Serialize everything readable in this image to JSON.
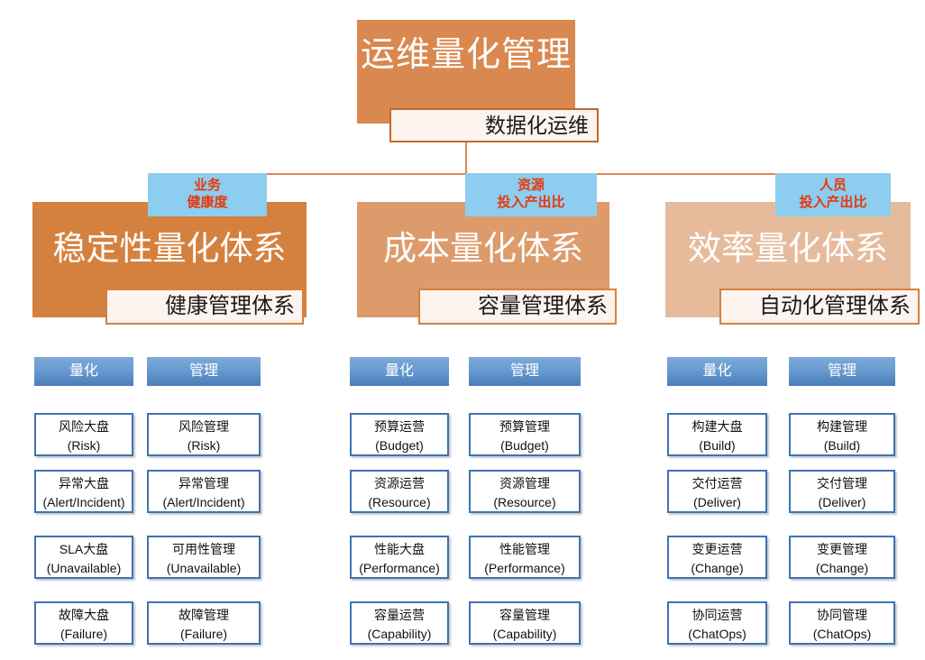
{
  "root": {
    "title": "运维量化管理",
    "subtitle": "数据化运维"
  },
  "pillars": [
    {
      "tag": "业务\n健康度",
      "tag_line1": "业务",
      "tag_line2": "健康度",
      "title": "稳定性量化体系",
      "subtitle": "健康管理体系",
      "color": "#d4813f",
      "columns": [
        {
          "header": "量化"
        },
        {
          "header": "管理"
        }
      ],
      "rows": [
        {
          "left_cn": "风险大盘",
          "left_en": "(Risk)",
          "right_cn": "风险管理",
          "right_en": "(Risk)"
        },
        {
          "left_cn": "异常大盘",
          "left_en": "(Alert/Incident)",
          "right_cn": "异常管理",
          "right_en": "(Alert/Incident)"
        },
        {
          "left_cn": "SLA大盘",
          "left_en": "(Unavailable)",
          "right_cn": "可用性管理",
          "right_en": "(Unavailable)"
        },
        {
          "left_cn": "故障大盘",
          "left_en": "(Failure)",
          "right_cn": "故障管理",
          "right_en": "(Failure)"
        }
      ]
    },
    {
      "tag_line1": "资源",
      "tag_line2": "投入产出比",
      "title": "成本量化体系",
      "subtitle": "容量管理体系",
      "color": "#dd9b6b",
      "columns": [
        {
          "header": "量化"
        },
        {
          "header": "管理"
        }
      ],
      "rows": [
        {
          "left_cn": "预算运营",
          "left_en": "(Budget)",
          "right_cn": "预算管理",
          "right_en": "(Budget)"
        },
        {
          "left_cn": "资源运营",
          "left_en": "(Resource)",
          "right_cn": "资源管理",
          "right_en": "(Resource)"
        },
        {
          "left_cn": "性能大盘",
          "left_en": "(Performance)",
          "right_cn": "性能管理",
          "right_en": "(Performance)"
        },
        {
          "left_cn": "容量运营",
          "left_en": "(Capability)",
          "right_cn": "容量管理",
          "right_en": "(Capability)"
        }
      ]
    },
    {
      "tag_line1": "人员",
      "tag_line2": "投入产出比",
      "title": "效率量化体系",
      "subtitle": "自动化管理体系",
      "color": "#e6bb9c",
      "columns": [
        {
          "header": "量化"
        },
        {
          "header": "管理"
        }
      ],
      "rows": [
        {
          "left_cn": "构建大盘",
          "left_en": "(Build)",
          "right_cn": "构建管理",
          "right_en": "(Build)"
        },
        {
          "left_cn": "交付运营",
          "left_en": "(Deliver)",
          "right_cn": "交付管理",
          "right_en": "(Deliver)"
        },
        {
          "left_cn": "变更运营",
          "left_en": "(Change)",
          "right_cn": "变更管理",
          "right_en": "(Change)"
        },
        {
          "left_cn": "协同运营",
          "left_en": "(ChatOps)",
          "right_cn": "协同管理",
          "right_en": "(ChatOps)"
        }
      ]
    }
  ],
  "colors": {
    "connector": "#e0855a",
    "tag_bg": "#8ccdf0",
    "tag_text": "#e8380d",
    "header_blue": "#4a7cb8",
    "cell_border": "#3e72b5",
    "sub_bg": "#fdf4ef"
  }
}
